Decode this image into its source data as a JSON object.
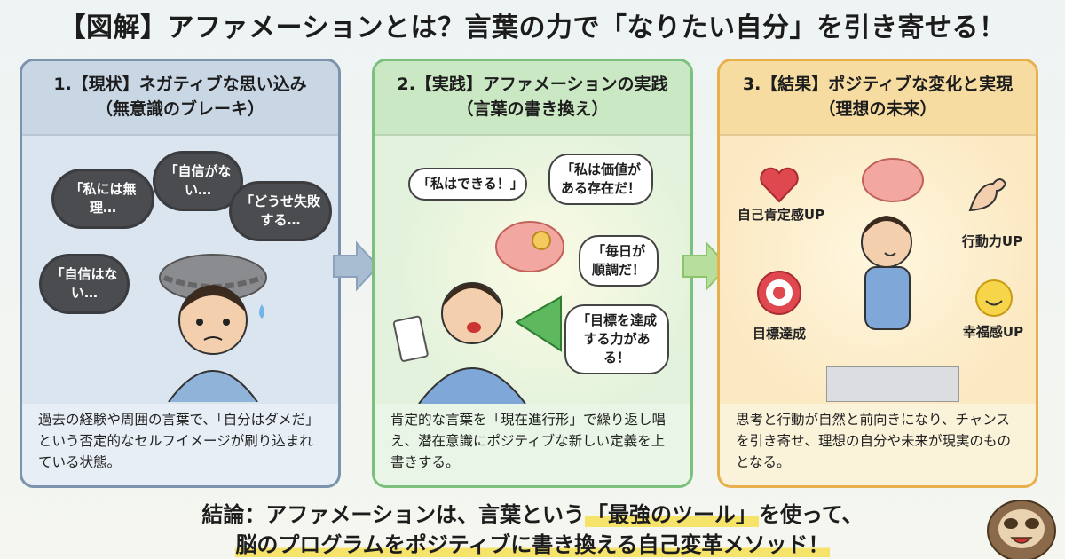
{
  "title": "【図解】アファメーションとは？言葉の力で「なりたい自分」を引き寄せる！",
  "panels": [
    {
      "head1": "1.【現状】ネガティブな思い込み",
      "head2": "（無意識のブレーキ）",
      "clouds": [
        "「私には無理…",
        "「自信がない…",
        "「どうせ失敗する…",
        "「自信はない…"
      ],
      "text": "過去の経験や周囲の言葉で、「自分はダメだ」という否定的なセルフイメージが刷り込まれている状態。"
    },
    {
      "head1": "2.【実践】アファメーションの実践",
      "head2": "（言葉の書き換え）",
      "bubbles": [
        "「私はできる！」",
        "「私は価値がある存在だ！",
        "「毎日が順調だ！",
        "「目標を達成する力がある！"
      ],
      "text": "肯定的な言葉を「現在進行形」で繰り返し唱え、潜在意識にポジティブな新しい定義を上書きする。"
    },
    {
      "head1": "3.【結果】ポジティブな変化と実現",
      "head2": "（理想の未来）",
      "labels": [
        "自己肯定感UP",
        "行動力UP",
        "目標達成",
        "幸福感UP"
      ],
      "text": "思考と行動が自然と前向きになり、チャンスを引き寄せ、理想の自分や未来が現実のものとなる。"
    }
  ],
  "conclusion": {
    "line1_a": "結論：アファメーションは、言葉という",
    "line1_hl": "「最強のツール」",
    "line1_b": "を使って、",
    "line2": "脳のプログラムをポジティブに書き換える自己変革メソッド！"
  },
  "colors": {
    "panel1": "#7b93ad",
    "panel2": "#7cc07e",
    "panel3": "#e8b04d",
    "highlight": "#f6e36a"
  }
}
